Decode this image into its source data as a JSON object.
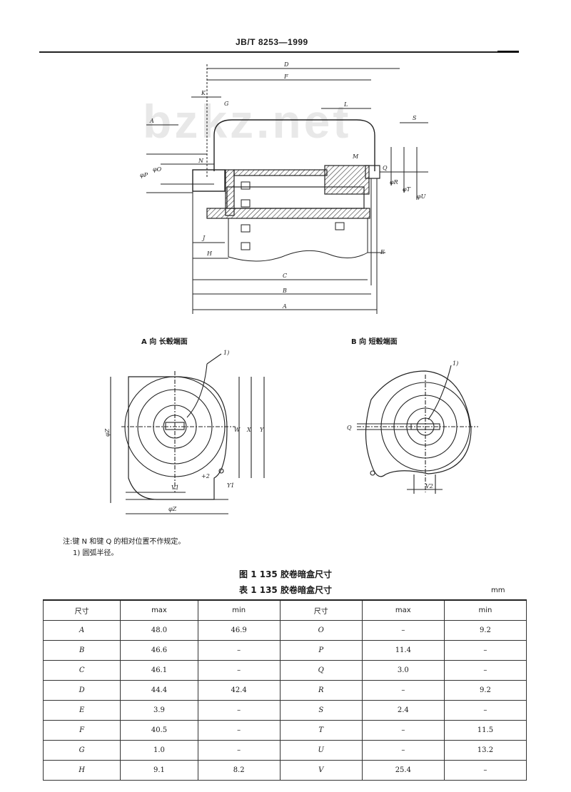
{
  "header": {
    "standard": "JB/T 8253—1999"
  },
  "watermark": "bzkz.net",
  "drawing": {
    "dim_labels": [
      "D",
      "F",
      "K",
      "G",
      "L",
      "S",
      "A",
      "N",
      "M",
      "Q",
      "R",
      "T",
      "U",
      "P",
      "O",
      "J",
      "H",
      "E",
      "C",
      "B",
      "A"
    ],
    "view_a_label": "A 向  长毂端面",
    "view_b_label": "B 向  短毂端面",
    "view_a_dims": [
      "1)",
      "φZ",
      "W",
      "X",
      "Y",
      "Y1",
      "V1",
      "φZ",
      "+2"
    ],
    "view_b_dims": [
      "1)",
      "Q",
      "V2"
    ]
  },
  "notes": {
    "line1": "注:键 N 和键 Q 的相对位置不作规定。",
    "line2": "1) 圆弧半径。"
  },
  "captions": {
    "figure": "图 1   135 胶卷暗盒尺寸",
    "table": "表 1   135 胶卷暗盒尺寸",
    "unit": "mm"
  },
  "table": {
    "headers": [
      "尺寸",
      "max",
      "min",
      "尺寸",
      "max",
      "min"
    ],
    "rows": [
      [
        "A",
        "48.0",
        "46.9",
        "O",
        "–",
        "9.2"
      ],
      [
        "B",
        "46.6",
        "–",
        "P",
        "11.4",
        "–"
      ],
      [
        "C",
        "46.1",
        "–",
        "Q",
        "3.0",
        "–"
      ],
      [
        "D",
        "44.4",
        "42.4",
        "R",
        "–",
        "9.2"
      ],
      [
        "E",
        "3.9",
        "–",
        "S",
        "2.4",
        "–"
      ],
      [
        "F",
        "40.5",
        "–",
        "T",
        "–",
        "11.5"
      ],
      [
        "G",
        "1.0",
        "–",
        "U",
        "–",
        "13.2"
      ],
      [
        "H",
        "9.1",
        "8.2",
        "V",
        "25.4",
        "–"
      ]
    ]
  }
}
